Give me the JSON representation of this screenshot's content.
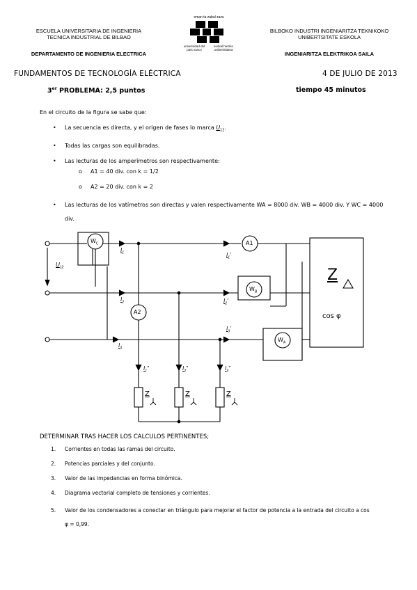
{
  "header": {
    "left_line1": "ESCUELA UNIVERSITARIA DE INGENIERIA",
    "left_line2": "TECNICA INDUSTRIAL DE BILBAO",
    "left_dept": "DEPARTAMENTO DE INGENIERIA ELECTRICA",
    "logo_top": "eman ta zabal zazu",
    "logo_bottom_left": "universidad del país vasco",
    "logo_bottom_right": "euskal herriko unibertsitatea",
    "right_line1": "BILBOKO INDUSTRI INGENIARITZA TEKNIKOKO",
    "right_line2": "UNIBERTSITATE ESKOLA",
    "right_dept": "INGENIARITZA ELEKTRIKOA SAILA"
  },
  "exam": {
    "subject": "FUNDAMENTOS DE TECNOLOGÍA ELÉCTRICA",
    "date": "4 DE JULIO DE 2013",
    "problem_number": "3",
    "problem_suffix": "er",
    "problem_label": " PROBLEMA: 2,5 puntos",
    "time": "tiempo 45 minutos"
  },
  "statement": {
    "intro": "En el circuito de la figura se sabe que:",
    "b1_text": "La secuencia es directa, y el origen de fases lo marca ",
    "b1_var": "U",
    "b1_sub": "12",
    "b1_end": ".",
    "b2": "Todas las cargas son equilibradas.",
    "b3": "Las lecturas de los amperímetros son respectivamente:",
    "a1": "A1 = 40 div. con k = 1/2",
    "a2": "A2 = 20 div. con k = 2",
    "b4": "Las lecturas de los vatímetros son directas y valen respectivamente WA = 8000 div. WB = 4000 div. Y WC = 4000 div."
  },
  "circuit": {
    "wc": "W",
    "wc_sub": "C",
    "wb": "W",
    "wb_sub": "B",
    "wa": "W",
    "wa_sub": "A",
    "a1": "A1",
    "a2": "A2",
    "u12": "U",
    "u12_sub": "12",
    "i1": "I",
    "i1_sub": "1",
    "i2": "I",
    "i2_sub": "2",
    "i3": "I",
    "i3_sub": "3",
    "i1p": "I",
    "i1p_sub": "1",
    "i1p_mark": "'",
    "i2p": "I",
    "i2p_sub": "2",
    "i2p_mark": "'",
    "i3p": "I",
    "i3p_sub": "3",
    "i3p_mark": "'",
    "i1pp": "I",
    "i1pp_sub": "1",
    "i1pp_mark": "\"",
    "i2pp": "I",
    "i2pp_sub": "2",
    "i2pp_mark": "\"",
    "i3pp": "I",
    "i3pp_sub": "3",
    "i3pp_mark": "\"",
    "z_delta": "Z",
    "cos_phi": "cos φ",
    "zy": "Z"
  },
  "tasks": {
    "heading": "DETERMINAR TRAS HACER LOS CALCULOS PERTINENTES;",
    "items": [
      {
        "num": "1.",
        "text": "Corrientes en todas las ramas del circuito."
      },
      {
        "num": "2.",
        "text": "Potencias parciales y del conjunto."
      },
      {
        "num": "3.",
        "text": "Valor de las impedancias en forma binómica."
      },
      {
        "num": "4.",
        "text": "Diagrama vectorial completo de tensiones y corrientes."
      },
      {
        "num": "5.",
        "text": "Valor de los condensadores a conectar en triángulo para mejorar el factor de potencia a la entrada del circuito a cos φ = 0,99."
      }
    ]
  }
}
